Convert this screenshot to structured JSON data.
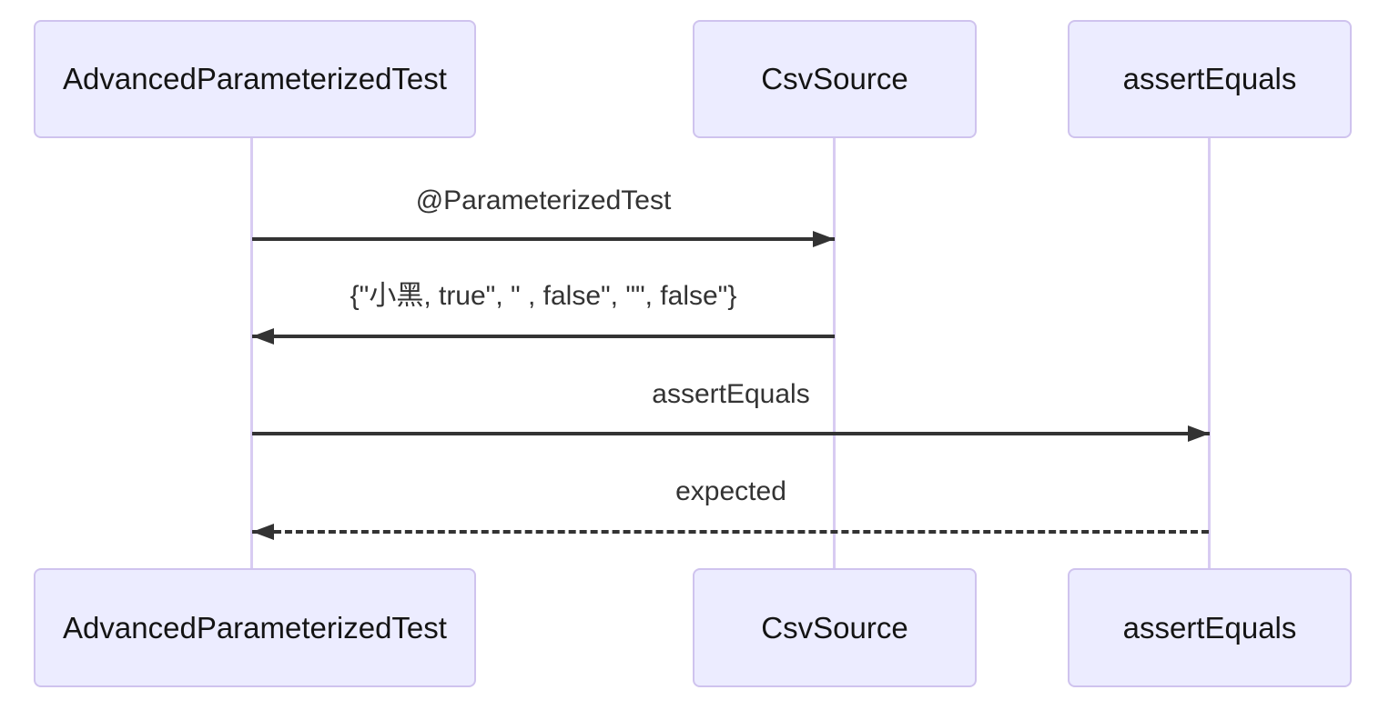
{
  "colors": {
    "background": "#ffffff",
    "actor_fill": "#ECECFF",
    "actor_border": "#CFC3EE",
    "lifeline": "#D8CCF2",
    "arrow": "#333333",
    "text": "#333333",
    "actor_text": "#141414"
  },
  "diagram_type": "sequence",
  "participants": [
    "AdvancedParameterizedTest",
    "CsvSource",
    "assertEquals"
  ],
  "messages": [
    {
      "from": "AdvancedParameterizedTest",
      "to": "CsvSource",
      "label": "@ParameterizedTest",
      "line": "solid",
      "arrowhead": "filled-right"
    },
    {
      "from": "CsvSource",
      "to": "AdvancedParameterizedTest",
      "label": "{\"小黑, true\", \" , false\", \"\", false\"}",
      "line": "solid",
      "arrowhead": "filled-left"
    },
    {
      "from": "AdvancedParameterizedTest",
      "to": "assertEquals",
      "label": "assertEquals",
      "line": "solid",
      "arrowhead": "filled-right"
    },
    {
      "from": "assertEquals",
      "to": "AdvancedParameterizedTest",
      "label": "expected",
      "line": "dashed",
      "arrowhead": "filled-left"
    }
  ]
}
